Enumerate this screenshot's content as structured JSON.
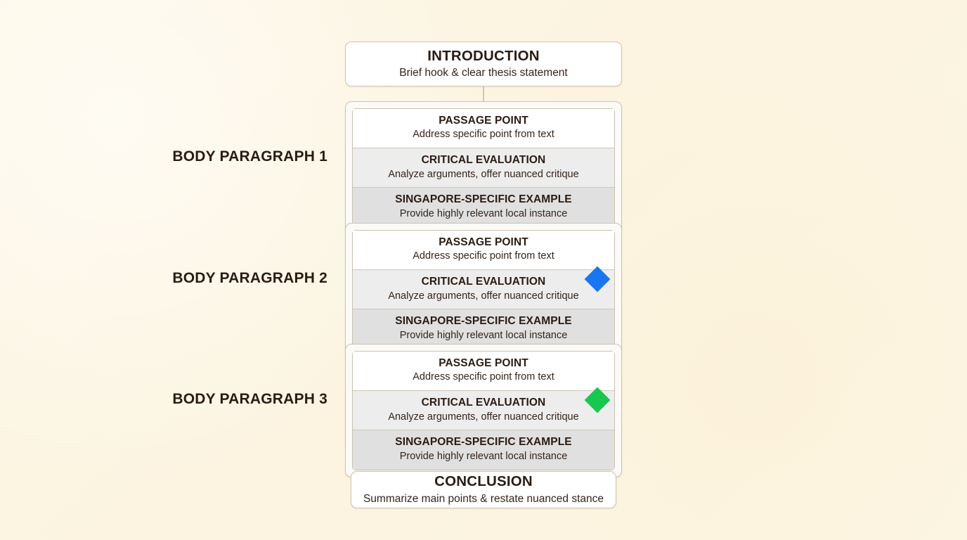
{
  "diagram": {
    "background_color": "#fdf6e3",
    "accent_colors": {
      "marker_blue": "#1877f0",
      "marker_green": "#18c74f",
      "text": "#2b1b13",
      "border": "#cdc5b4"
    },
    "intro": {
      "title": "INTRODUCTION",
      "subtitle": "Brief hook & clear thesis statement"
    },
    "conclusion": {
      "title": "CONCLUSION",
      "subtitle": "Summarize main points & restate nuanced stance"
    },
    "body_paragraphs": [
      {
        "label": "BODY PARAGRAPH 1",
        "marker": null,
        "rows": [
          {
            "title": "PASSAGE POINT",
            "subtitle": "Address specific point from text"
          },
          {
            "title": "CRITICAL EVALUATION",
            "subtitle": "Analyze arguments, offer nuanced critique"
          },
          {
            "title": "SINGAPORE-SPECIFIC EXAMPLE",
            "subtitle": "Provide highly relevant local instance"
          }
        ]
      },
      {
        "label": "BODY PARAGRAPH 2",
        "marker": {
          "shape": "diamond",
          "color": "#1877f0",
          "row_index": 1
        },
        "rows": [
          {
            "title": "PASSAGE POINT",
            "subtitle": "Address specific point from text"
          },
          {
            "title": "CRITICAL EVALUATION",
            "subtitle": "Analyze arguments, offer nuanced critique"
          },
          {
            "title": "SINGAPORE-SPECIFIC EXAMPLE",
            "subtitle": "Provide highly relevant local instance"
          }
        ]
      },
      {
        "label": "BODY PARAGRAPH 3",
        "marker": {
          "shape": "diamond",
          "color": "#18c74f",
          "row_index": 1
        },
        "rows": [
          {
            "title": "PASSAGE POINT",
            "subtitle": "Address specific point from text"
          },
          {
            "title": "CRITICAL EVALUATION",
            "subtitle": "Analyze arguments, offer nuanced critique"
          },
          {
            "title": "SINGAPORE-SPECIFIC EXAMPLE",
            "subtitle": "Provide highly relevant local instance"
          }
        ]
      }
    ]
  }
}
